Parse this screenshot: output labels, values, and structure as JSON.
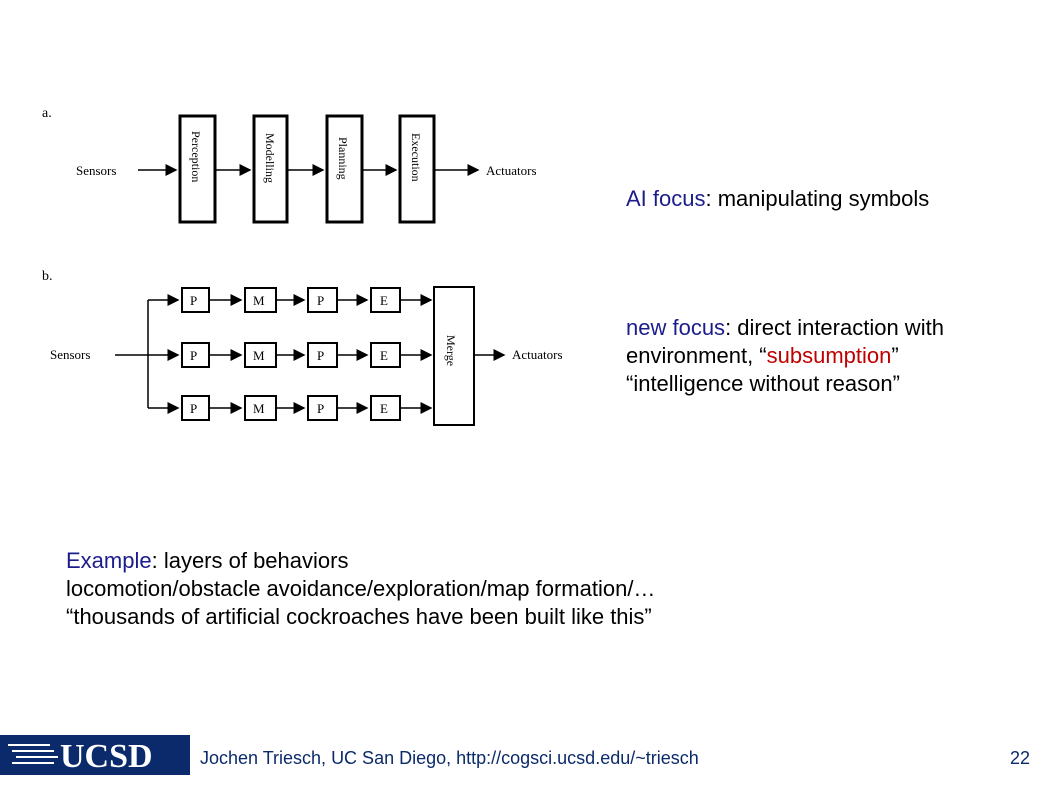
{
  "diagram_a": {
    "label": "a.",
    "input": "Sensors",
    "output": "Actuators",
    "stages": [
      "Perception",
      "Modelling",
      "Planning",
      "Execution"
    ]
  },
  "diagram_b": {
    "label": "b.",
    "input": "Sensors",
    "output": "Actuators",
    "merge": "Merge",
    "row": [
      "P",
      "M",
      "P",
      "E"
    ]
  },
  "ai_focus": {
    "key": "AI focus",
    "rest": ": manipulating symbols"
  },
  "new_focus": {
    "key": "new focus",
    "line1_rest": ": direct interaction with",
    "line2_pre": "environment, “",
    "line2_red": "subsumption",
    "line2_post": "”",
    "line3": "“intelligence without reason”"
  },
  "example": {
    "key": "Example",
    "line1_rest": ": layers of behaviors",
    "line2": "locomotion/obstacle avoidance/exploration/map formation/…",
    "line3": "“thousands of artificial cockroaches have been built like this”"
  },
  "footer": {
    "logo_text": "UCSD",
    "credit": "Jochen Triesch, UC San Diego, http://cogsci.ucsd.edu/~triesch",
    "page": "22"
  },
  "colors": {
    "accent_blue": "#1c1c8c",
    "accent_red": "#c00000",
    "logo_navy": "#0b2a6b"
  }
}
